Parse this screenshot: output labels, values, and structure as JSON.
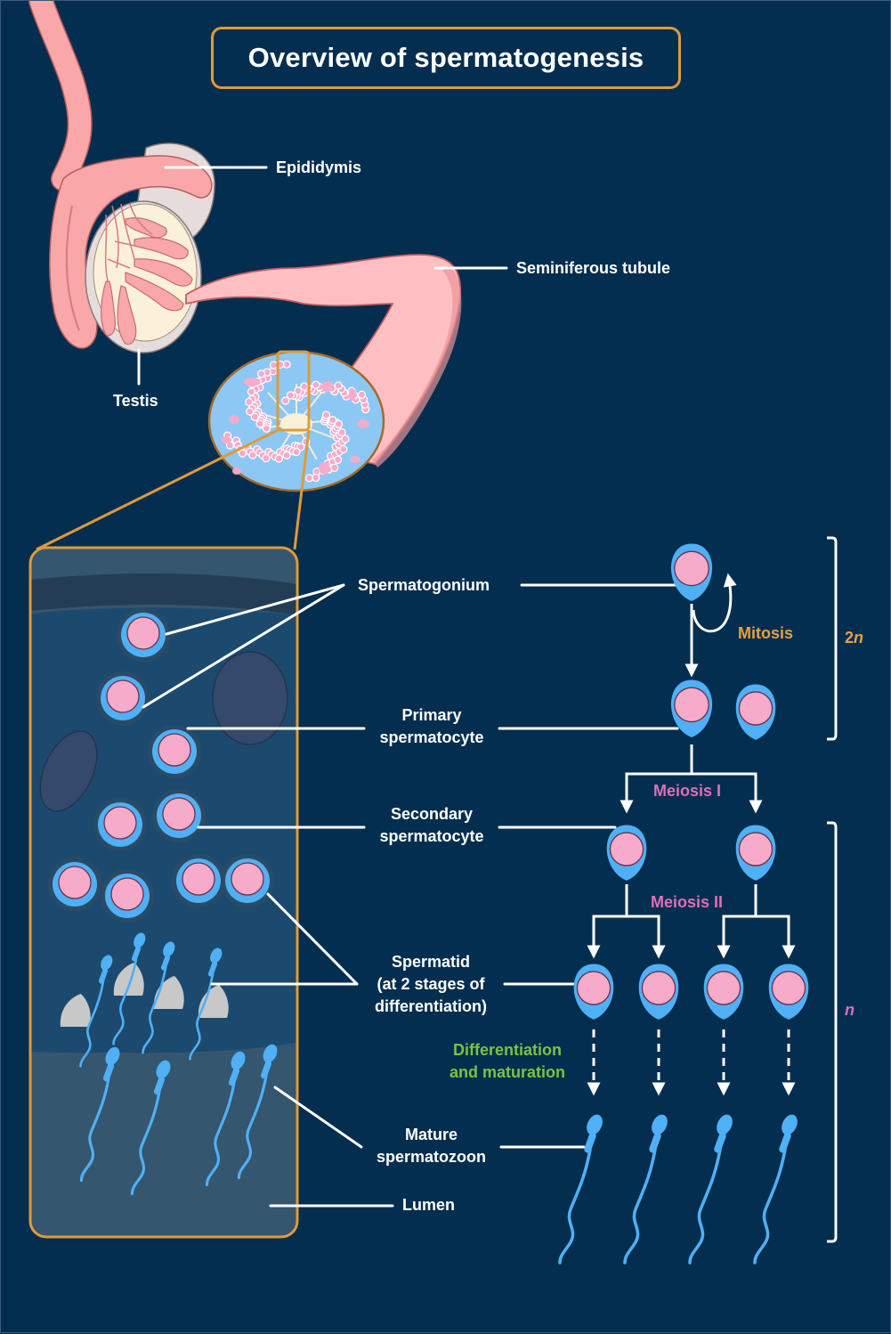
{
  "title": "Overview of spermatogenesis",
  "colors": {
    "background": "#032e4f",
    "title_border": "#e09a3a",
    "label": "#ffffff",
    "mitosis": "#e8a043",
    "meiosis": "#e06fb8",
    "differentiation": "#7cc242",
    "ploidy_2n": "#e8a043",
    "ploidy_n": "#e06fb8",
    "cell_cytoplasm": "#4fb0f5",
    "cell_nucleus": "#f6abca",
    "tissue_pink": "#f9a7a8"
  },
  "anatomy_labels": {
    "epididymis": "Epididymis",
    "seminiferous_tubule": "Seminiferous tubule",
    "testis": "Testis"
  },
  "cell_labels": {
    "spermatogonium": "Spermatogonium",
    "primary_spermatocyte": [
      "Primary",
      "spermatocyte"
    ],
    "secondary_spermatocyte": [
      "Secondary",
      "spermatocyte"
    ],
    "spermatid": [
      "Spermatid",
      "(at 2 stages of",
      "differentiation)"
    ],
    "mature_spermatozoon": [
      "Mature",
      "spermatozoon"
    ],
    "lumen": "Lumen"
  },
  "processes": {
    "mitosis": "Mitosis",
    "meiosis_1": "Meiosis I",
    "meiosis_2": "Meiosis II",
    "differentiation": [
      "Differentiation",
      "and maturation"
    ]
  },
  "ploidy": {
    "diploid": {
      "number": "2",
      "symbol": "n"
    },
    "haploid": {
      "symbol": "n"
    }
  },
  "flow": {
    "spermatogonia": 1,
    "primary_spermatocytes": 2,
    "secondary_spermatocytes": 2,
    "spermatids": 4,
    "spermatozoa": 4
  }
}
